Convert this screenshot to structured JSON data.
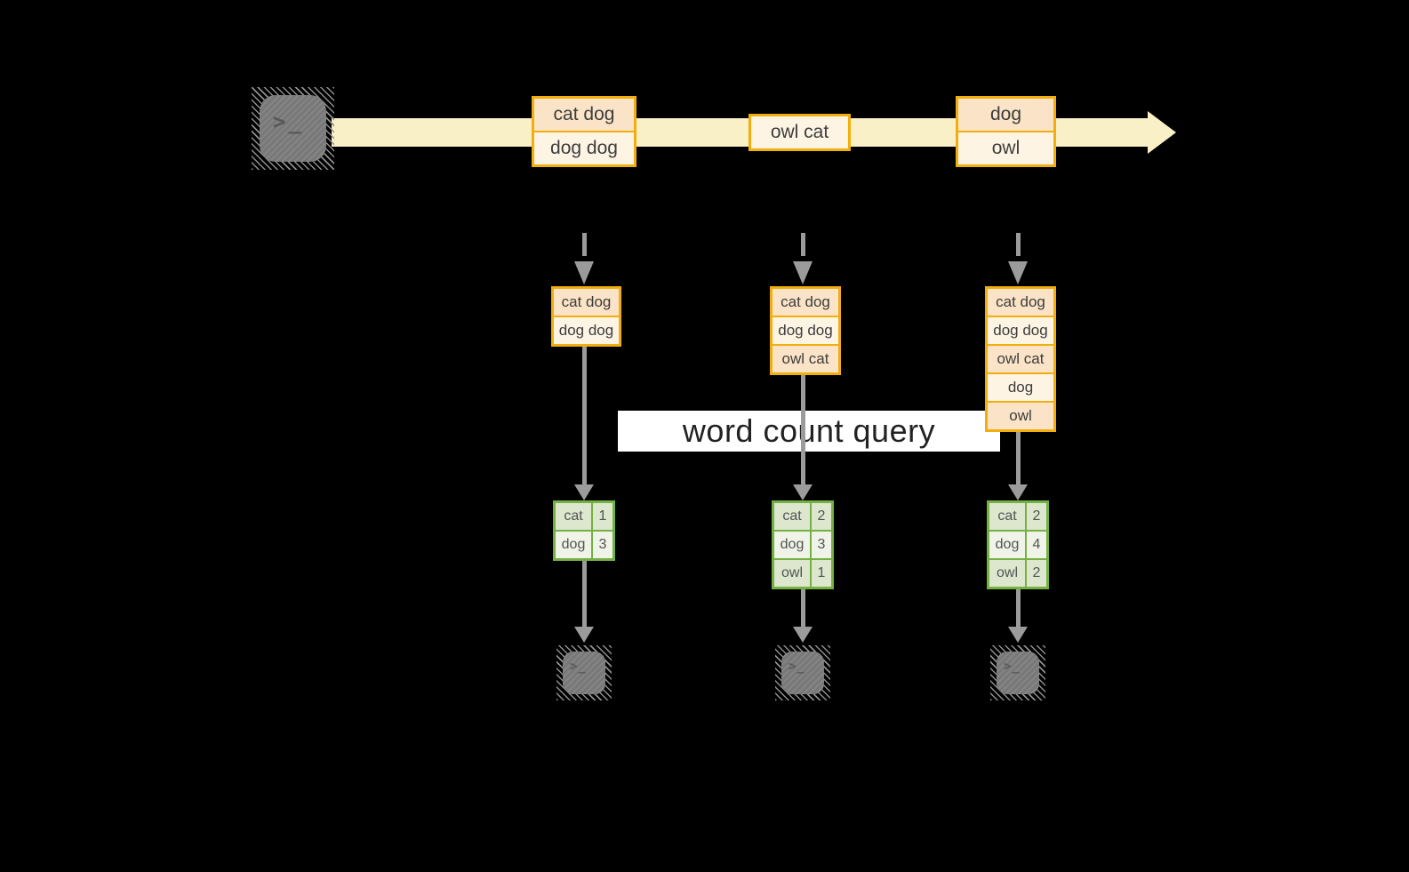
{
  "colors": {
    "background": "#000000",
    "stream_band": "#FAF0C8",
    "box_border": "#F1AE0C",
    "box_fill_peach": "#FAE3C6",
    "box_fill_cream": "#FDF4E4",
    "table_border": "#74B042",
    "table_cell_dark": "#DCE7CE",
    "table_cell_light": "#EFF3E8",
    "arrow_gray": "#9B9B9B",
    "terminal_gray": "#7E7E7E",
    "banner_bg": "#FFFFFF"
  },
  "icons": {
    "terminal_glyph": ">_"
  },
  "stream": {
    "batches": [
      {
        "rows": [
          "cat dog",
          "dog dog"
        ]
      },
      {
        "rows": [
          "owl cat"
        ]
      },
      {
        "rows": [
          "dog",
          "owl"
        ]
      }
    ]
  },
  "query_banner": {
    "label": "word count query"
  },
  "columns": [
    {
      "buffer": [
        "cat dog",
        "dog dog"
      ],
      "counts": [
        [
          "cat",
          "1"
        ],
        [
          "dog",
          "3"
        ]
      ]
    },
    {
      "buffer": [
        "cat dog",
        "dog dog",
        "owl cat"
      ],
      "counts": [
        [
          "cat",
          "2"
        ],
        [
          "dog",
          "3"
        ],
        [
          "owl",
          "1"
        ]
      ]
    },
    {
      "buffer": [
        "cat dog",
        "dog dog",
        "owl cat",
        "dog",
        "owl"
      ],
      "counts": [
        [
          "cat",
          "2"
        ],
        [
          "dog",
          "4"
        ],
        [
          "owl",
          "2"
        ]
      ]
    }
  ]
}
